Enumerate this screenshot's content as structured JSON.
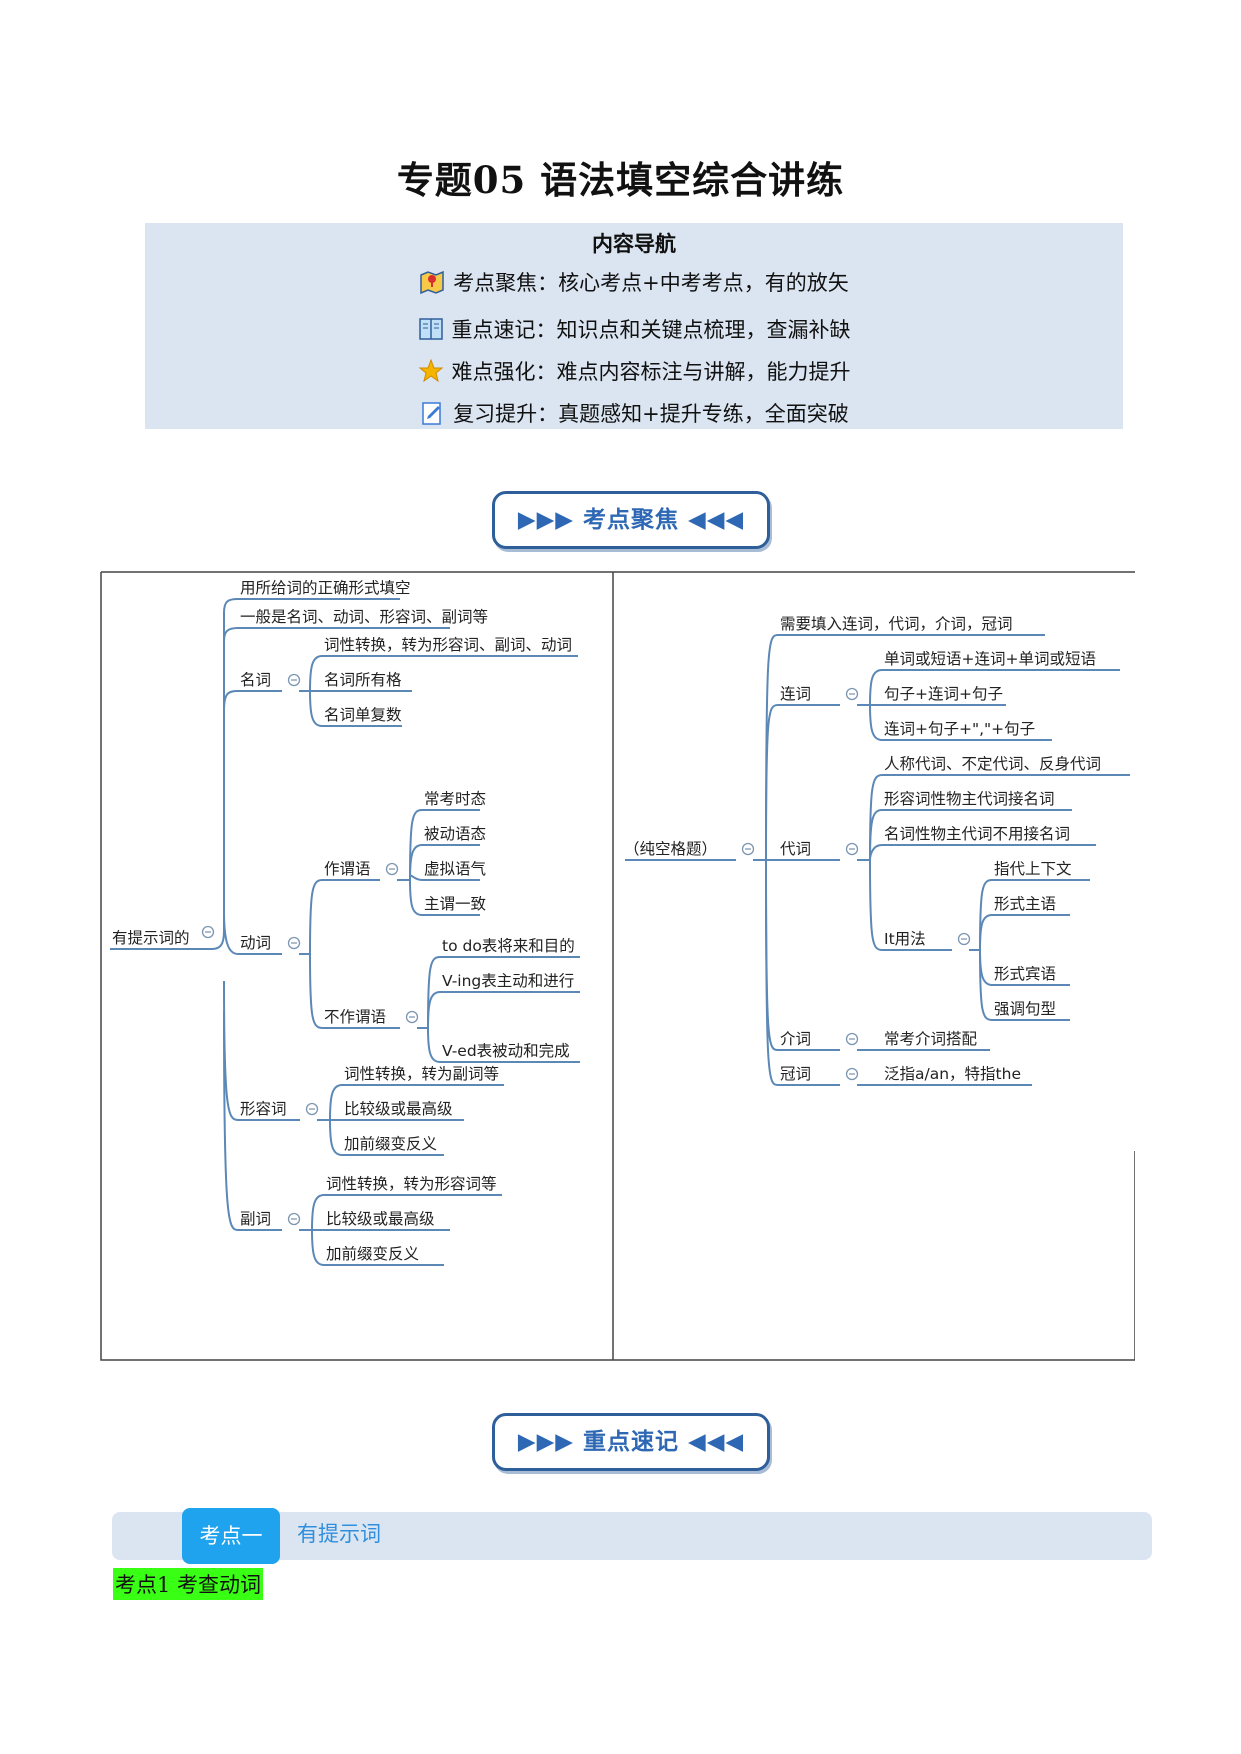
{
  "title": "专题05 语法填空综合讲练",
  "nav": {
    "heading": "内容导航",
    "rows": [
      "考点聚焦：核心考点+中考考点，有的放矢",
      "重点速记：知识点和关键点梳理，查漏补缺",
      "难点强化：难点内容标注与讲解，能力提升",
      "复习提升：真题感知+提升专练，全面突破"
    ],
    "icons": [
      "map-icon",
      "book-icon",
      "star-icon",
      "edit-icon"
    ]
  },
  "banners": {
    "focus": "▶▶▶  考点聚焦  ◀◀◀",
    "notes": "▶▶▶  重点速记  ◀◀◀"
  },
  "mindmap": {
    "left": {
      "root": "有提示词的",
      "intro": [
        "用所给词的正确形式填空",
        "一般是名词、动词、形容词、副词等"
      ],
      "noun": {
        "label": "名词",
        "items": [
          "词性转换，转为形容词、副词、动词",
          "名词所有格",
          "名词单复数"
        ]
      },
      "verb": {
        "label": "动词",
        "pred": {
          "label": "作谓语",
          "items": [
            "常考时态",
            "被动语态",
            "虚拟语气",
            "主谓一致"
          ]
        },
        "nonpred": {
          "label": "不作谓语",
          "items": [
            "to do表将来和目的",
            "V-ing表主动和进行",
            "V-ed表被动和完成"
          ]
        }
      },
      "adj": {
        "label": "形容词",
        "items": [
          "词性转换，转为副词等",
          "比较级或最高级",
          "加前缀变反义"
        ]
      },
      "adv": {
        "label": "副词",
        "items": [
          "词性转换，转为形容词等",
          "比较级或最高级",
          "加前缀变反义"
        ]
      }
    },
    "right": {
      "root": "（纯空格题）",
      "intro": "需要填入连词，代词，介词，冠词",
      "conj": {
        "label": "连词",
        "items": [
          "单词或短语+连词+单词或短语",
          "句子+连词+句子",
          "连词+句子+\",\"+句子"
        ]
      },
      "pron": {
        "label": "代词",
        "items": [
          "人称代词、不定代词、反身代词",
          "形容词性物主代词接名词",
          "名词性物主代词不用接名词"
        ],
        "it": {
          "label": "It用法",
          "items": [
            "指代上下文",
            "形式主语",
            "形式宾语",
            "强调句型"
          ]
        }
      },
      "prep": {
        "label": "介词",
        "items": [
          "常考介词搭配"
        ]
      },
      "art": {
        "label": "冠词",
        "items": [
          "泛指a/an，特指the"
        ]
      }
    }
  },
  "section": {
    "tab": "考点一",
    "title": "有提示词",
    "sub": "考点1   考查动词"
  }
}
